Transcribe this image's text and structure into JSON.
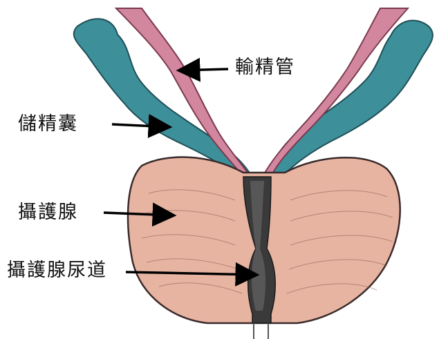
{
  "labels": {
    "vas_deferens": "輸精管",
    "seminal_vesicle": "儲精囊",
    "prostate": "攝護腺",
    "prostatic_urethra": "攝護腺尿道"
  },
  "colors": {
    "prostate_fill": "#e7b4a2",
    "seminal_vesicle_fill": "#3d8f9a",
    "vas_deferens_fill": "#d3879f",
    "urethra_fill": "#3a3a3a",
    "outline": "#3a2a2a",
    "arrow": "#000000"
  }
}
